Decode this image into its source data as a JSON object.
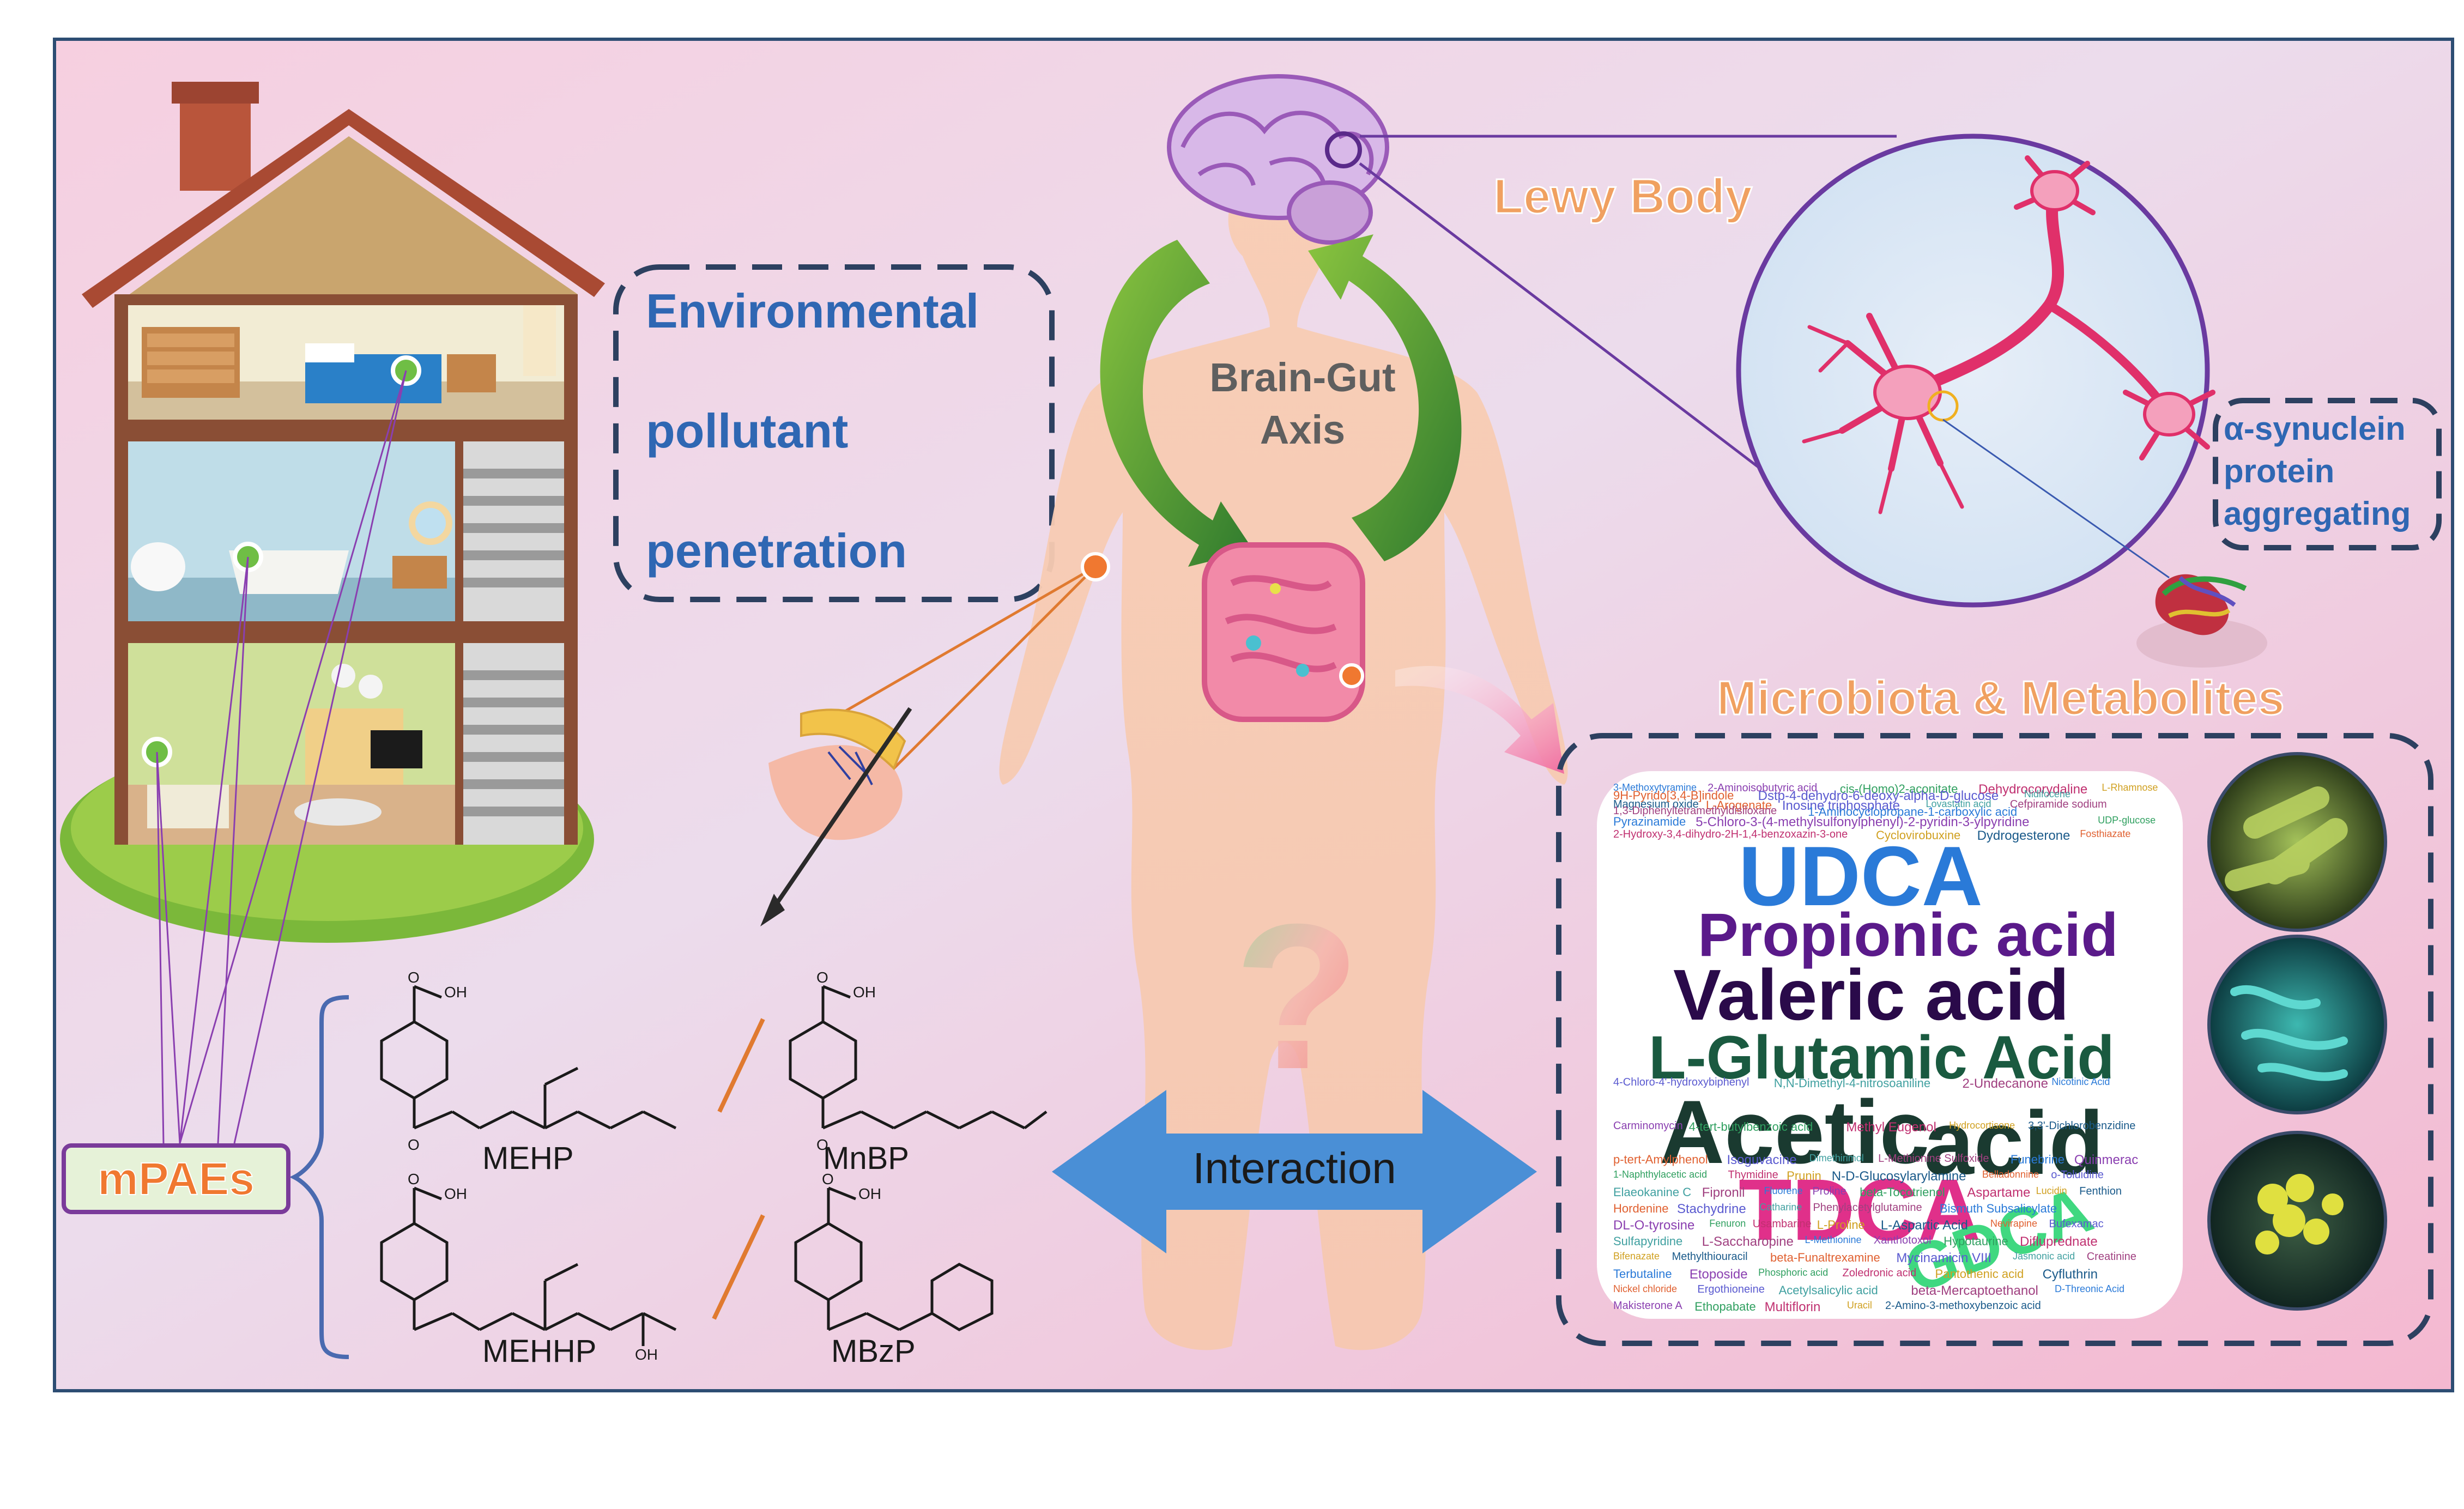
{
  "environment": {
    "lines": [
      "Environmental",
      "pollutant",
      "penetration"
    ]
  },
  "axis": {
    "lines": [
      "Brain-Gut",
      "Axis"
    ]
  },
  "lewy_body": {
    "title": "Lewy Body"
  },
  "synuclein": {
    "lines": [
      "α-synuclein",
      "protein",
      "aggregating"
    ]
  },
  "microbiota": {
    "title": "Microbiota & Metabolites"
  },
  "interaction": {
    "label": "Interaction"
  },
  "question_mark": "?",
  "mpaes": {
    "label": "mPAEs",
    "compounds": [
      "MEHP",
      "MnBP",
      "MEHHP",
      "MBzP"
    ],
    "atoms": {
      "oh": "OH",
      "o": "O"
    }
  },
  "word_cloud": {
    "big": [
      "UDCA",
      "Propionic acid",
      "Valeric acid",
      "L-Glutamic Acid",
      "Acetic",
      "acid",
      "TDCA",
      "GDCA"
    ],
    "small": [
      "3-Methoxytyramine",
      "2-Aminoisobutyric acid",
      "cis-(Homo)2-aconitate",
      "Dehydrocorydaline",
      "L-Rhamnose",
      "Magnesium oxide",
      "L-Arogenate",
      "Inosine triphosphate",
      "Lovastatin acid",
      "Cefpiramide sodium",
      "Pyrazinamide",
      "5-Chloro-3-(4-methylsulfonylphenyl)-2-pyridin-3-ylpyridine",
      "UDP-glucose",
      "2-Hydroxy-3,4-dihydro-2H-1,4-benzoxazin-3-one",
      "Cyclovirobuxine",
      "Dydrogesterone",
      "Fosthiazate",
      "4-Chloro-4'-hydroxybiphenyl",
      "N,N-Dimethyl-4-nitrosoaniline",
      "2-Undecanone",
      "Nicotinic Acid",
      "Carminomycin",
      "4-tert-butylbenzoic acid",
      "Methyl Eugenol",
      "Hydrocortisone",
      "3,3'-Dichlorobenzidine",
      "p-tert-Amylphenol",
      "Isoguvacine",
      "Dimethirimol",
      "L-Methionine Sulfoxide",
      "Funebrine",
      "Quinmerac",
      "1-Naphthylacetic acid",
      "Thymidine",
      "Prunin",
      "N-D-Glucosylarylamine",
      "Belladonnine",
      "o-Toluidine",
      "Elaeokanine C",
      "Fipronil",
      "Fluorene",
      "Proline",
      "beta-Tocotrienol",
      "Aspartame",
      "Lucidin",
      "Fenthion",
      "Hordenine",
      "Stachydrine",
      "Catharine",
      "Phenylacetylglutamine",
      "Bismuth Subsalicylate",
      "DL-O-tyrosine",
      "Fenuron",
      "Usambarine",
      "L-Proline",
      "L-Aspartic Acid",
      "Nevirapine",
      "Bufexamac",
      "Sulfapyridine",
      "L-Saccharopine",
      "L-Methionine",
      "Xanthotoxol",
      "Hypotaurine",
      "Difluprednate",
      "Bifenazate",
      "Methylthiouracil",
      "beta-Funaltrexamine",
      "Mycinamicin VIII",
      "Jasmonic acid",
      "Creatinine",
      "Terbutaline",
      "Etoposide",
      "Phosphoric acid",
      "Zoledronic acid",
      "Pantothenic acid",
      "Cyfluthrin",
      "Nickel chloride",
      "Ergothioneine",
      "Acetylsalicylic acid",
      "beta-Mercaptoethanol",
      "D-Threonic Acid",
      "Makisterone A",
      "Ethopabate",
      "Multiflorin",
      "Uracil",
      "2-Amino-3-methoxybenzoic acid",
      "9H-Pyrido[3,4-B]indole",
      "Dstp-4-dehydro-6-deoxy-alpha-D-glucose",
      "Nidifocene",
      "1,3-Diphenyltetramethyldisiloxane",
      "1-Aminocyclopropane-1-carboxylic acid"
    ]
  },
  "colors": {
    "background": "#f4c9dc",
    "panel_border": "#2d4d73",
    "title_orange": "#f0a060",
    "text_blue": "#2f67b3",
    "arrow_green": "#4b9a3a",
    "interaction_blue": "#4a8fd6",
    "mpaes_orange": "#f07830",
    "mpaes_border": "#7a3b9a"
  }
}
